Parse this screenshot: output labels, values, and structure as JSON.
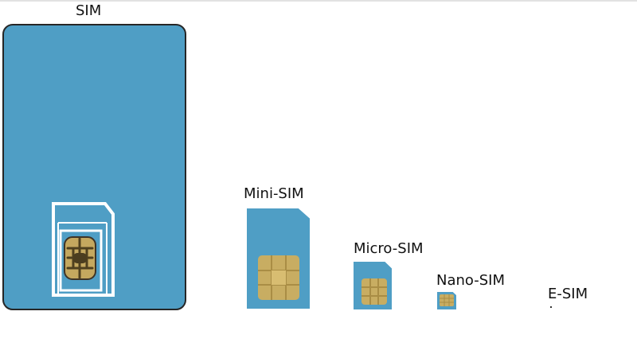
{
  "labels": {
    "sim": "SIM",
    "mini_sim": "Mini-SIM",
    "micro_sim": "Micro-SIM",
    "nano_sim": "Nano-SIM",
    "e_sim": "E-SIM"
  },
  "colors": {
    "card_blue": "#4f9ec5",
    "chip_gold": "#c4a85f",
    "chip_dark": "#50411f",
    "breakout_white": "#ffffff"
  },
  "icons": {
    "chip": "chip-icon",
    "breakout": "breakout-outline"
  }
}
